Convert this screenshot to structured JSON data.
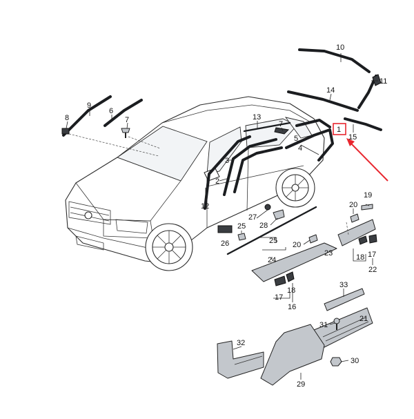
{
  "colors": {
    "highlight": "#e8262e",
    "part_fill": "#c3c7cc",
    "dark_part": "#3a3d41",
    "line": "#222222"
  },
  "callouts": {
    "c1": "1",
    "c2": "2",
    "c3": "3",
    "c4": "4",
    "c5": "5",
    "c6": "6",
    "c7a": "7",
    "c7b": "7",
    "c8": "8",
    "c9": "9",
    "c10": "10",
    "c11": "11",
    "c12": "12",
    "c13": "13",
    "c14": "14",
    "c15": "15",
    "c16": "16",
    "c17a": "17",
    "c17b": "17",
    "c18a": "18",
    "c18b": "18",
    "c19": "19",
    "c20a": "20",
    "c20b": "20",
    "c21": "21",
    "c22": "22",
    "c23": "23",
    "c24": "24",
    "c25a": "25",
    "c25b": "25",
    "c26": "26",
    "c27": "27",
    "c28": "28",
    "c29": "29",
    "c30": "30",
    "c31": "31",
    "c32": "32",
    "c33": "33"
  },
  "highlighted_part": "1"
}
